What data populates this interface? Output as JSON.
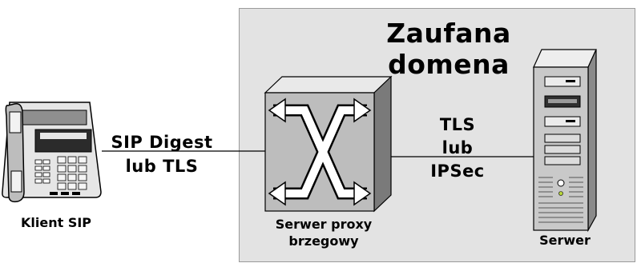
{
  "zone": {
    "title_line1": "Zaufana",
    "title_line2": "domena"
  },
  "links": {
    "client_to_proxy_line1": "SIP Digest",
    "client_to_proxy_line2": "lub TLS",
    "proxy_to_server_line1": "TLS",
    "proxy_to_server_line2": "lub",
    "proxy_to_server_line3": "IPSec"
  },
  "nodes": {
    "client_label": "Klient SIP",
    "proxy_label_line1": "Serwer proxy",
    "proxy_label_line2": "brzegowy",
    "server_label": "Serwer"
  },
  "colors": {
    "zone_fill": "#e3e3e3",
    "proxy_face": "#bdbdbd",
    "proxy_side": "#7a7a7a",
    "server_body": "#c9c9c9"
  }
}
